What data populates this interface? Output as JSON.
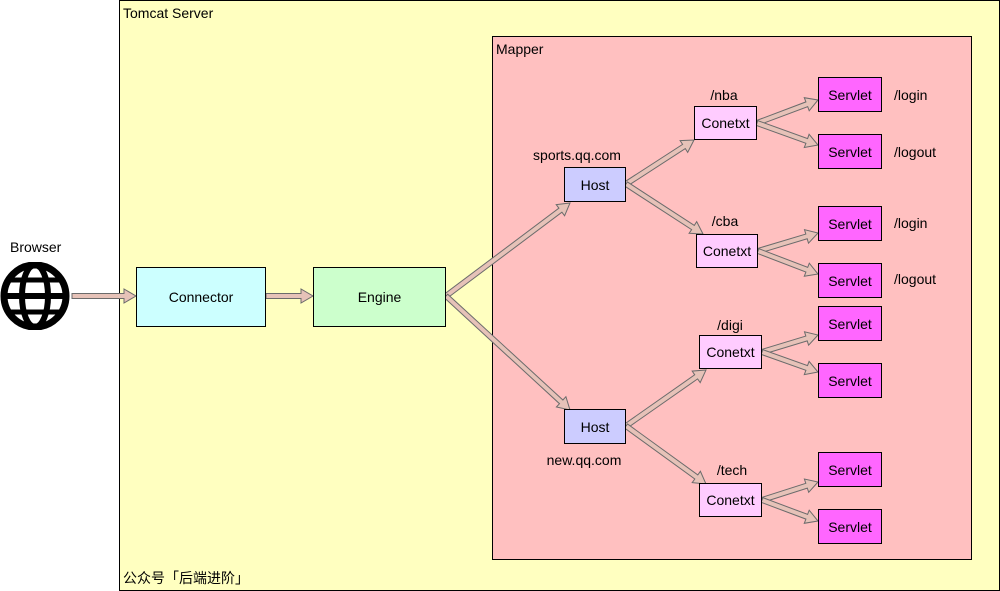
{
  "server": {
    "title": "Tomcat Server",
    "footer": "公众号「后端进阶」"
  },
  "mapper": {
    "title": "Mapper"
  },
  "browser": {
    "label": "Browser",
    "icon": "globe-icon"
  },
  "connector": {
    "label": "Connector"
  },
  "engine": {
    "label": "Engine"
  },
  "hosts": [
    {
      "label": "Host",
      "domain": "sports.qq.com",
      "contexts": [
        {
          "label": "Conetxt",
          "path": "/nba",
          "servlets": [
            {
              "label": "Servlet",
              "path": "/login"
            },
            {
              "label": "Servlet",
              "path": "/logout"
            }
          ]
        },
        {
          "label": "Conetxt",
          "path": "/cba",
          "servlets": [
            {
              "label": "Servlet",
              "path": "/login"
            },
            {
              "label": "Servlet",
              "path": "/logout"
            }
          ]
        }
      ]
    },
    {
      "label": "Host",
      "domain": "new.qq.com",
      "contexts": [
        {
          "label": "Conetxt",
          "path": "/digi",
          "servlets": [
            {
              "label": "Servlet"
            },
            {
              "label": "Servlet"
            }
          ]
        },
        {
          "label": "Conetxt",
          "path": "/tech",
          "servlets": [
            {
              "label": "Servlet"
            },
            {
              "label": "Servlet"
            }
          ]
        }
      ]
    }
  ],
  "colors": {
    "server_bg": "#ffffc0",
    "mapper_bg": "#ffc0c0",
    "connector": "#ccffff",
    "engine": "#ccffcc",
    "host": "#ccccff",
    "context": "#ffccff",
    "servlet": "#ff66ff",
    "arrow_fill": "#e6c2b8"
  }
}
